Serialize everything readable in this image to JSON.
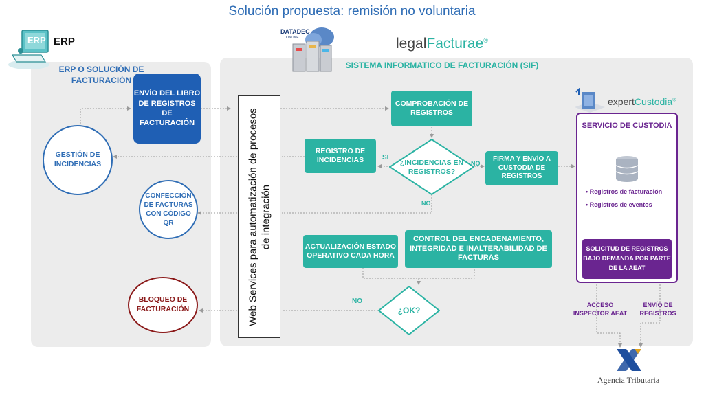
{
  "title": "Solución propuesta: remisión no voluntaria",
  "erp": {
    "logo_text": "ERP",
    "heading": "ERP",
    "panel_title": "ERP O SOLUCIÓN DE FACTURACIÓN",
    "envio_libro": "ENVÍO DEL LIBRO DE REGISTROS DE FACTURACIÓN",
    "gestion_incidencias": "GESTIÓN DE INCIDENCIAS",
    "confeccion": "CONFECCIÓN DE FACTURAS CON CÓDIGO QR",
    "bloqueo": "BLOQUEO DE FACTURACIÓN"
  },
  "brand": {
    "datadec": "DATADEC",
    "datadec_sub": "ONLINE",
    "legal_a": "legal",
    "legal_b": "Facturae",
    "legal_mark": "®"
  },
  "sif": {
    "title": "SISTEMA INFORMATICO DE FACTURACIÓN (SIF)",
    "web_services": "Web Services para automatización de procesos de integración",
    "comprobacion": "COMPROBACIÓN DE REGISTROS",
    "registro_incidencias": "REGISTRO DE INCIDENCIAS",
    "incidencias_question": "¿INCIDENCIAS EN REGISTROS?",
    "si": "SI",
    "no_right": "NO",
    "no_bottom": "NO",
    "firma_envio": "FIRMA Y ENVÍO A CUSTODIA DE REGISTROS",
    "actualizacion": "ACTUALIZACIÓN ESTADO OPERATIVO CADA HORA",
    "control": "CONTROL DEL ENCADENAMIENTO, INTEGRIDAD E INALTERABILIDAD DE FACTURAS",
    "ok_question": "¿OK?",
    "no_ok": "NO"
  },
  "custodia": {
    "brand_a": "expert",
    "brand_b": "Custodia",
    "brand_mark": "®",
    "title": "SERVICIO DE CUSTODIA",
    "items": [
      "Registros de facturación",
      "Registros de eventos"
    ],
    "solicitud": "SOLICITUD DE REGISTROS BAJO DEMANDA POR PARTE DE LA AEAT",
    "acceso": "ACCESO INSPECTOR AEAT",
    "envio": "ENVÍO DE REGISTROS"
  },
  "aeat": {
    "name": "Agencia Tributaria"
  },
  "colors": {
    "teal": "#2bb3a3",
    "blue": "#2f6db5",
    "dark_blue": "#1f5fb4",
    "purple": "#6a2590",
    "maroon": "#8b1a1a"
  }
}
